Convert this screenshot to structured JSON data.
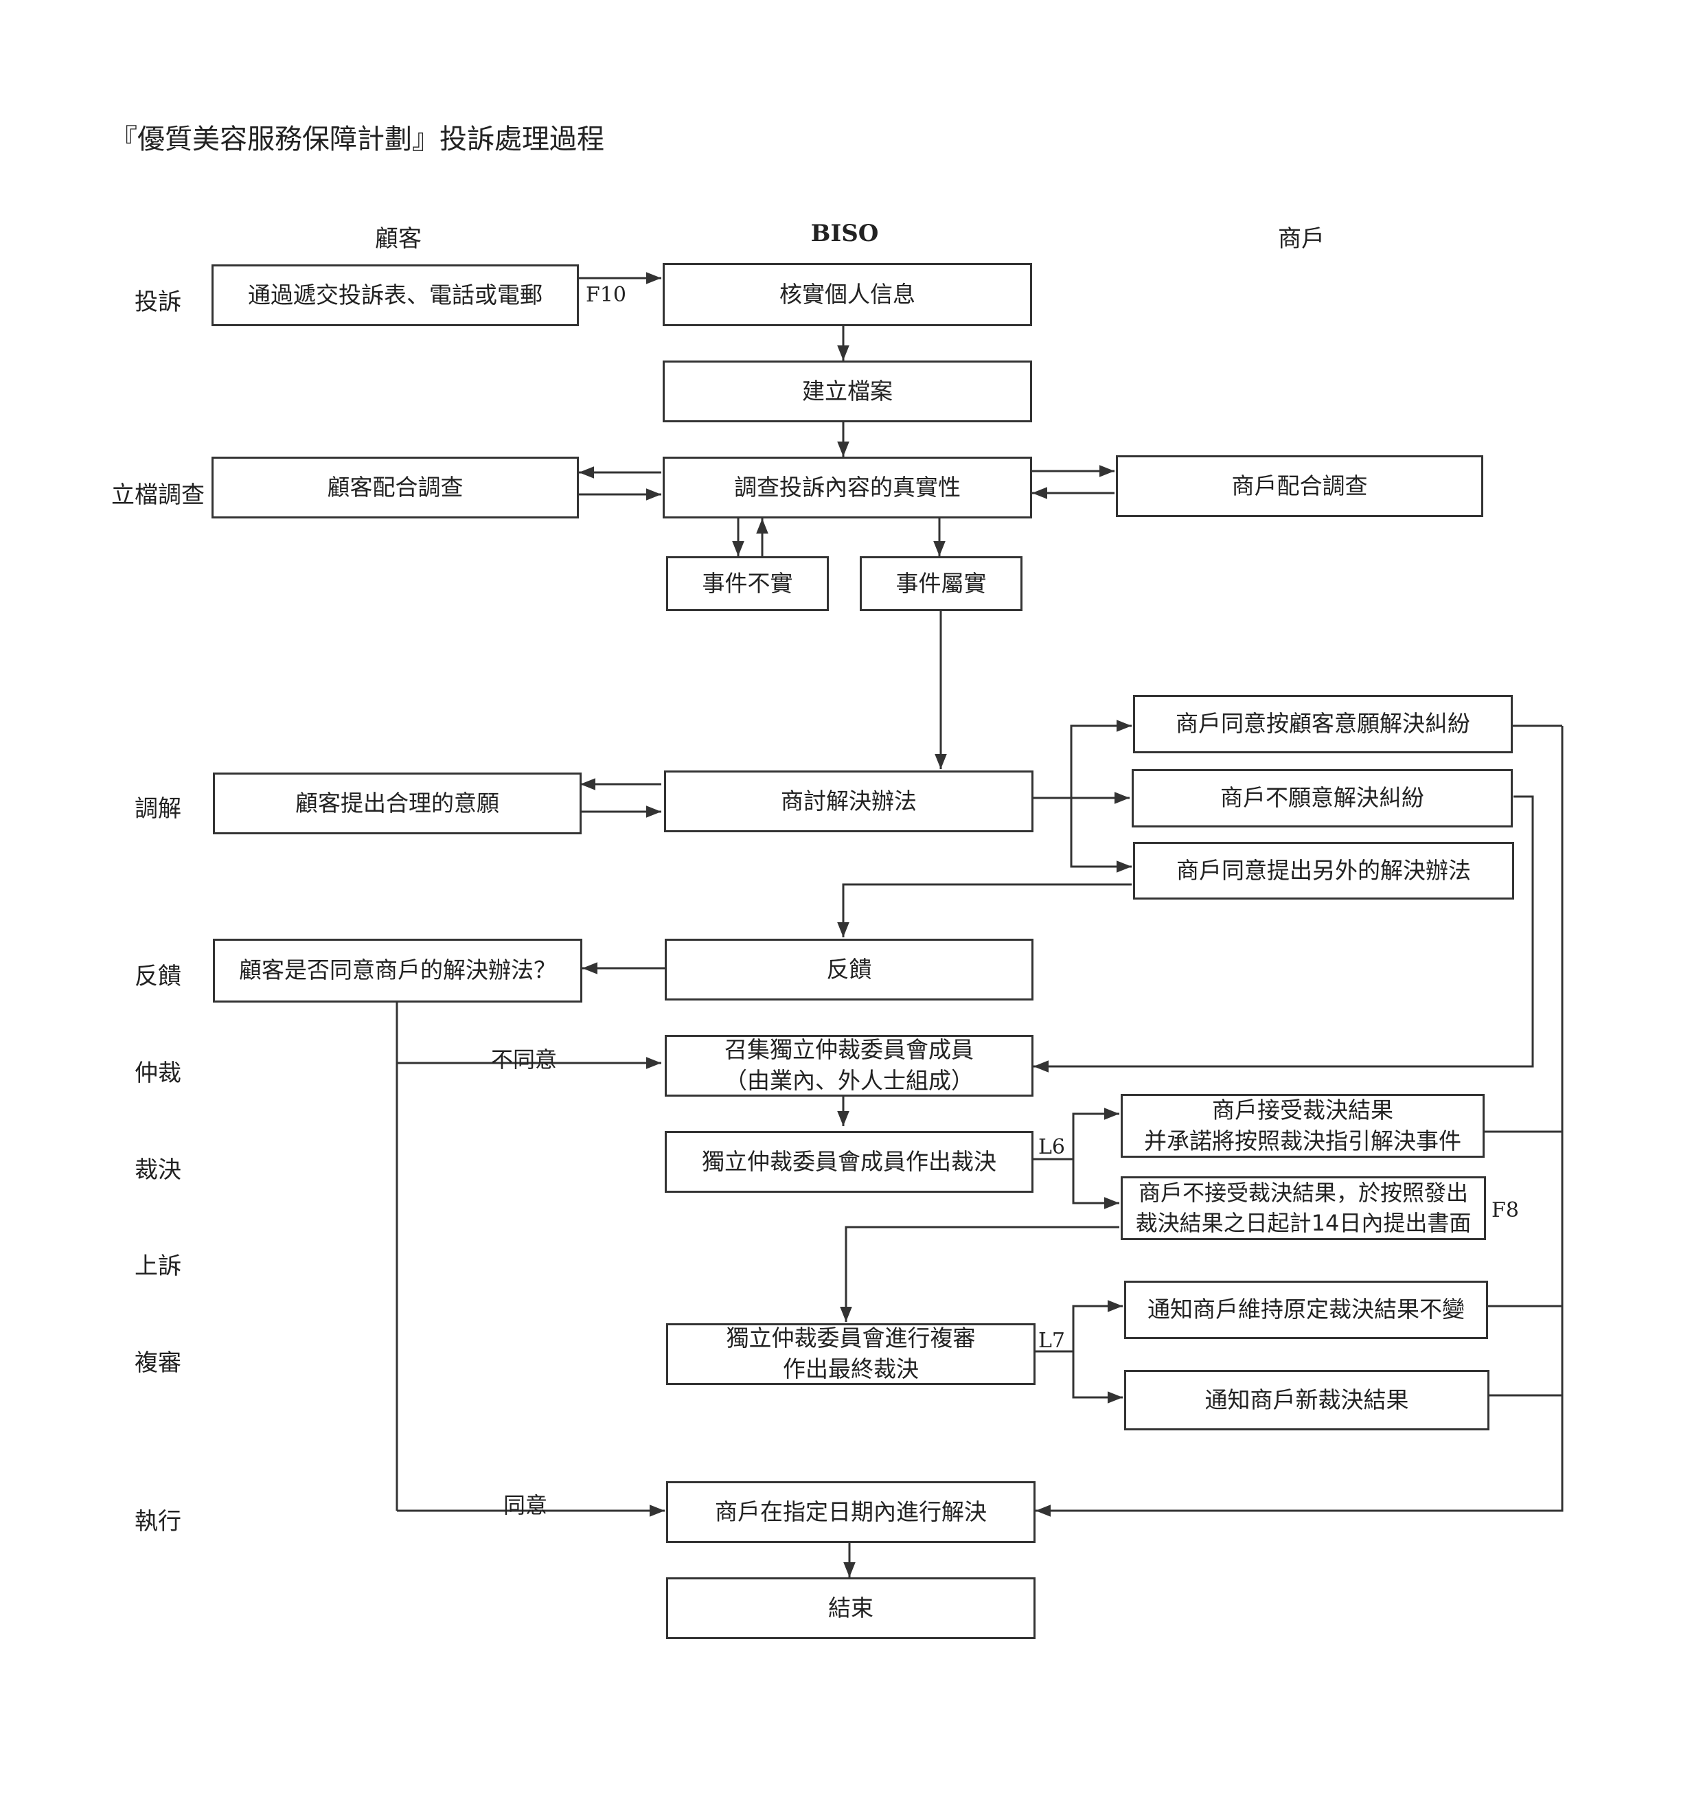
{
  "title": "『優質美容服務保障計劃』投訴處理過程",
  "columns": {
    "customer": "顧客",
    "biso": "BISO",
    "merchant": "商戶"
  },
  "stages": {
    "complaint": "投訴",
    "filing": "立檔調查",
    "mediation": "調解",
    "feedback": "反饋",
    "arbitration": "仲裁",
    "ruling": "裁決",
    "appeal": "上訴",
    "review": "複審",
    "execution": "執行"
  },
  "boxes": {
    "submit": "通過遞交投訴表、電話或電郵",
    "verify": "核實個人信息",
    "create_file": "建立檔案",
    "customer_cooperate": "顧客配合調查",
    "investigate": "調查投訴內容的真實性",
    "merchant_cooperate": "商戶配合調查",
    "untrue": "事件不實",
    "true": "事件屬實",
    "merchant_agree": "商戶同意按顧客意願解決糾紛",
    "customer_wish": "顧客提出合理的意願",
    "negotiate": "商討解決辦法",
    "merchant_refuse": "商戶不願意解決糾紛",
    "merchant_alternative": "商戶同意提出另外的解決辦法",
    "customer_question": "顧客是否同意商戶的解決辦法？",
    "feedback": "反饋",
    "convene_line1": "召集獨立仲裁委員會成員",
    "convene_line2": "（由業內、外人士組成）",
    "ruling": "獨立仲裁委員會成員作出裁決",
    "accept_line1": "商戶接受裁決結果",
    "accept_line2": "并承諾將按照裁決指引解決事件",
    "reject_line1": "商戶不接受裁決結果，於按照發出",
    "reject_line2": "裁決結果之日起計14日內提出書面",
    "review_line1": "獨立仲裁委員會進行複審",
    "review_line2": "作出最終裁決",
    "notify_keep": "通知商戶維持原定裁決結果不變",
    "notify_new": "通知商戶新裁決結果",
    "execute": "商戶在指定日期內進行解決",
    "end": "結束"
  },
  "labels": {
    "f10": "F10",
    "l6": "L6",
    "f8": "F8",
    "l7": "L7",
    "disagree": "不同意",
    "agree": "同意"
  }
}
